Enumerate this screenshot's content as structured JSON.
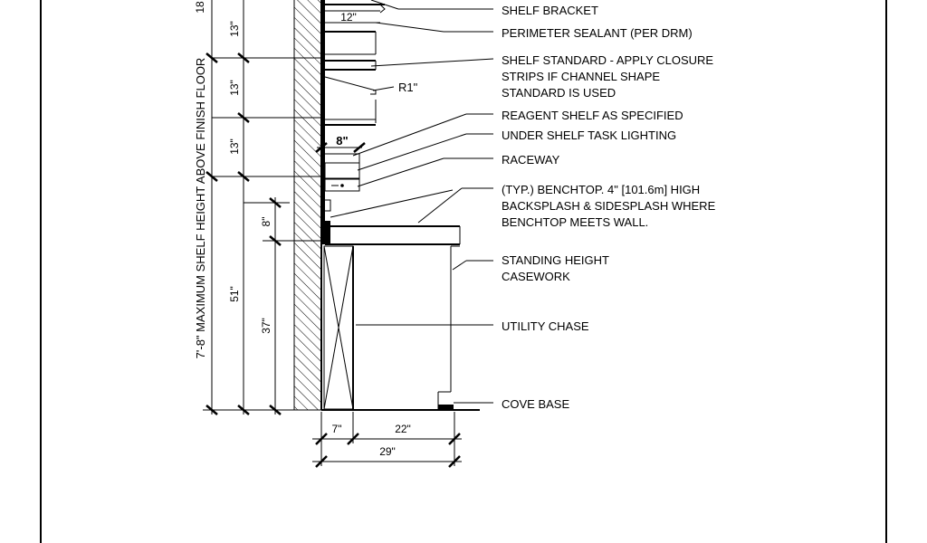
{
  "labels": {
    "shelf_bracket": "SHELF BRACKET",
    "perimeter_sealant": "PERIMETER SEALANT (PER DRM)",
    "shelf_standard_1": "SHELF STANDARD - APPLY CLOSURE",
    "shelf_standard_2": "STRIPS IF CHANNEL SHAPE",
    "shelf_standard_3": "STANDARD IS USED",
    "reagent_shelf": "REAGENT SHELF AS SPECIFIED",
    "task_lighting": "UNDER SHELF TASK LIGHTING",
    "raceway": "RACEWAY",
    "benchtop_1": "(TYP.) BENCHTOP. 4\" [101.6m] HIGH",
    "benchtop_2": "BACKSPLASH & SIDESPLASH WHERE",
    "benchtop_3": "BENCHTOP MEETS WALL.",
    "standing_1": "STANDING HEIGHT",
    "standing_2": "CASEWORK",
    "utility_chase": "UTILITY CHASE",
    "cove_base": "COVE BASE"
  },
  "dimensions": {
    "top_partial": "18",
    "shelf_gap_1": "13\"",
    "shelf_gap_2": "13\"",
    "shelf_gap_3": "13\"",
    "backsplash": "8\"",
    "lower_total": "51\"",
    "counter_height": "37\"",
    "max_height": "7'-8\" MAXIMUM SHELF HEIGHT ABOVE FINISH FLOOR",
    "shelf_depth": "12\"",
    "shelf_radius": "R1\"",
    "lower_shelf_depth": "8\"",
    "chase_width": "7\"",
    "casework_depth": "22\"",
    "total_depth": "29\""
  }
}
